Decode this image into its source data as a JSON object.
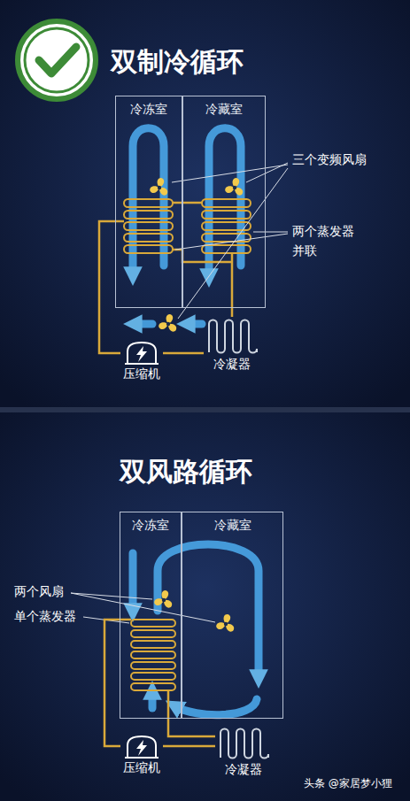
{
  "diagram": {
    "title": "双制冷循环",
    "nodes": [
      {
        "text": [
          "冷冻室"
        ]
      },
      {
        "text": [
          "冷藏室"
        ]
      },
      {
        "text": [
          "压缩机"
        ]
      },
      {
        "text": [
          "冷凝器"
        ]
      },
      {
        "text": [
          "冷冻室"
        ]
      },
      {
        "text": [
          "冷藏室"
        ]
      },
      {
        "text": [
          "压缩机"
        ]
      },
      {
        "text": [
          "冷凝器"
        ]
      }
    ],
    "edges": [
      {
        "from": 2,
        "to": 3,
        "arrow": "none"
      },
      {
        "from": 2,
        "to": 0,
        "arrow": "none"
      },
      {
        "from": 3,
        "to": 1,
        "arrow": "none"
      },
      {
        "from": 6,
        "to": 7,
        "arrow": "none"
      },
      {
        "from": 6,
        "to": 4,
        "arrow": "none"
      },
      {
        "from": 7,
        "to": 4,
        "arrow": "none"
      }
    ],
    "labels": [
      "双风路循环",
      "三个变频风扇",
      "两个蒸发器 并联",
      "两个风扇",
      "单个蒸发器",
      "头条 @家居梦小狸"
    ]
  }
}
